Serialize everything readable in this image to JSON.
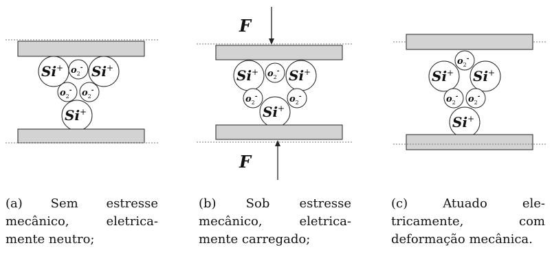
{
  "panels": [
    {
      "id": "a",
      "atoms": {
        "si_top_left": "Si",
        "si_top_right": "Si",
        "si_bottom": "Si",
        "o_top": "o",
        "o_left": "o",
        "o_right": "o"
      },
      "force_label": "",
      "caption_lines": [
        "(a) Sem estresse",
        "mecânico, eletrica-",
        "mente neutro;"
      ]
    },
    {
      "id": "b",
      "atoms": {
        "si_top_left": "Si",
        "si_top_right": "Si",
        "si_bottom": "Si",
        "o_top": "o",
        "o_left": "o",
        "o_right": "o"
      },
      "force_label": "F",
      "caption_lines": [
        "(b) Sob estresse",
        "mecânico, eletrica-",
        "mente carregado;"
      ]
    },
    {
      "id": "c",
      "atoms": {
        "si_top_left": "Si",
        "si_top_right": "Si",
        "si_bottom": "Si",
        "o_top": "o",
        "o_left": "o",
        "o_right": "o"
      },
      "force_label": "",
      "caption_lines": [
        "(c) Atuado ele-",
        "tricamente, com",
        "deformação mecânica."
      ]
    }
  ],
  "superscripts": {
    "si": "+",
    "o": "-",
    "o_sub": "2"
  },
  "colors": {
    "plate_fill": "#d3d3d3",
    "stroke": "#222222"
  }
}
